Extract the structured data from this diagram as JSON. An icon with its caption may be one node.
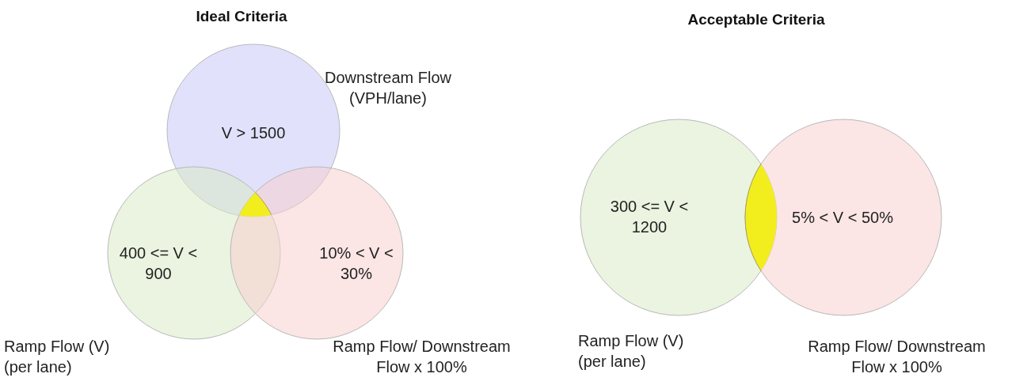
{
  "diagram": {
    "nodes": [
      {
        "text": [
          "Downstream Flow (VPH/lane)",
          "V > 1500"
        ]
      },
      {
        "text": [
          "400 <= V < 900",
          "Ramp Flow (V) (per lane)"
        ]
      },
      {
        "text": [
          "10% < V < 30%",
          "Ramp Flow/ Downstream Flow x 100%"
        ]
      },
      {
        "text": [
          "300 <= V < 1200",
          "Ramp Flow (V) (per lane)"
        ]
      },
      {
        "text": [
          "5% < V < 50%",
          "Ramp Flow/ Downstream Flow x 100%"
        ]
      }
    ],
    "labels": [
      "Ideal Criteria",
      "Acceptable Criteria"
    ]
  }
}
